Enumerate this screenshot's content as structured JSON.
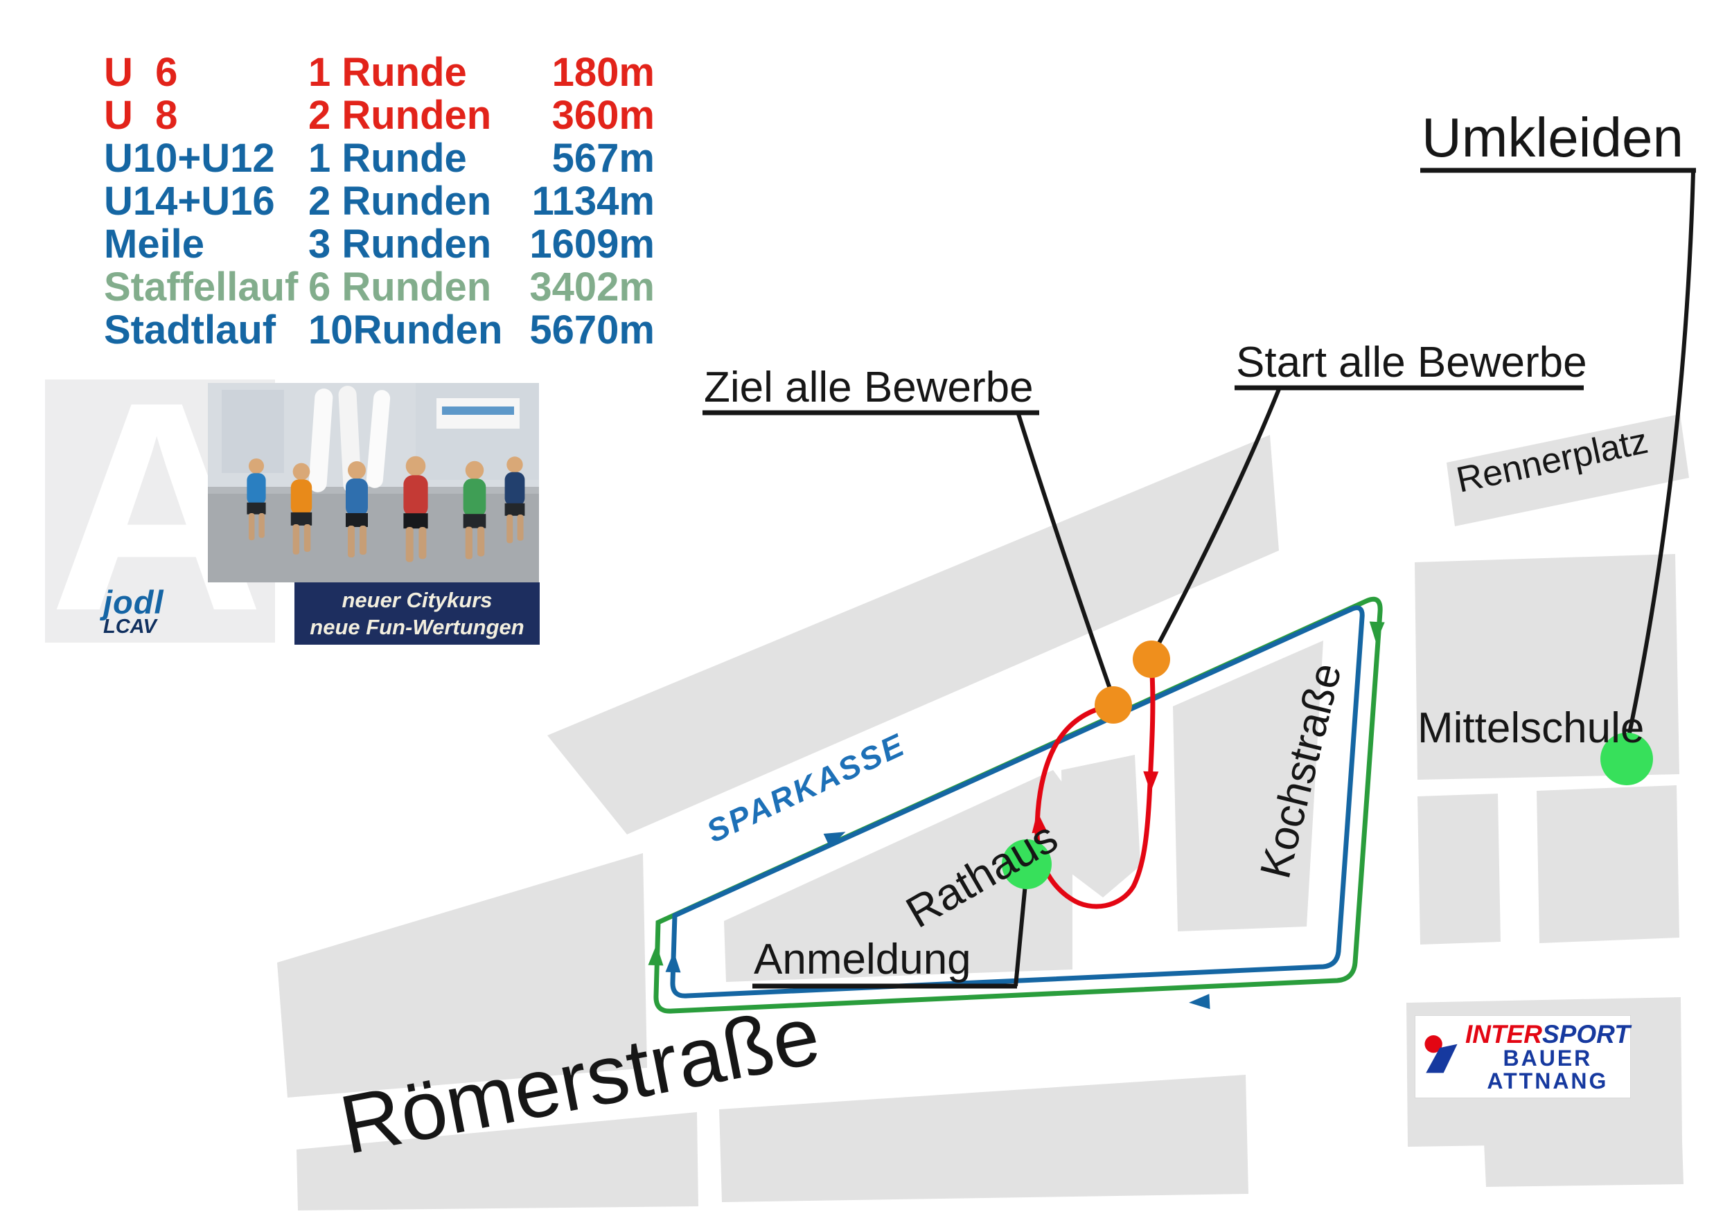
{
  "distance_table": {
    "rows": [
      {
        "category": "U  6",
        "rounds": "1 Runde",
        "distance": "180m",
        "color": "#e2231a"
      },
      {
        "category": "U  8",
        "rounds": "2 Runden",
        "distance": "360m",
        "color": "#e2231a"
      },
      {
        "category": "U10+U12",
        "rounds": "1 Runde",
        "distance": "567m",
        "color": "#1566a3"
      },
      {
        "category": "U14+U16",
        "rounds": "2 Runden",
        "distance": "1134m",
        "color": "#1566a3"
      },
      {
        "category": "Meile",
        "rounds": "3 Runden",
        "distance": "1609m",
        "color": "#1566a3"
      },
      {
        "category": "Staffellauf",
        "rounds": "6 Runden",
        "distance": "3402m",
        "color": "#82ad8c"
      },
      {
        "category": "Stadtlauf",
        "rounds": "10Runden",
        "distance": "5670m",
        "color": "#1566a3"
      }
    ]
  },
  "promo": {
    "letter": "A",
    "logo_main": "jodl",
    "logo_sub": "LCAV",
    "caption_line1": "neuer Citykurs",
    "caption_line2": "neue Fun-Wertungen"
  },
  "map": {
    "labels": {
      "umkleiden": "Umkleiden",
      "ziel": "Ziel alle Bewerbe",
      "start": "Start alle Bewerbe",
      "rennerplatz": "Rennerplatz",
      "mittelschule": "Mittelschule",
      "kochstrasse": "Kochstraße",
      "sparkasse": "SPARKASSE",
      "rathaus": "Rathaus",
      "anmeldung": "Anmeldung",
      "roemerstrasse": "Römerstraße"
    },
    "markers": {
      "start_color": "#ef8f1d",
      "ziel_color": "#ef8f1d",
      "anmeldung_color": "#37e05b",
      "umkleiden_color": "#37e05b"
    }
  },
  "intersport": {
    "brand_part1": "INTER",
    "brand_part2": "SPORT",
    "line2": "BAUER",
    "line3": "ATTNANG"
  },
  "colors": {
    "table_red": "#e2231a",
    "table_blue": "#1566a3",
    "table_green": "#82ad8c",
    "course_green": "#2a9d3c",
    "course_blue": "#1566a3",
    "course_red": "#e30613",
    "building_gray": "#e2e2e2",
    "sparkasse_blue": "#1d70b7",
    "caption_navy": "#1d2e5f"
  }
}
